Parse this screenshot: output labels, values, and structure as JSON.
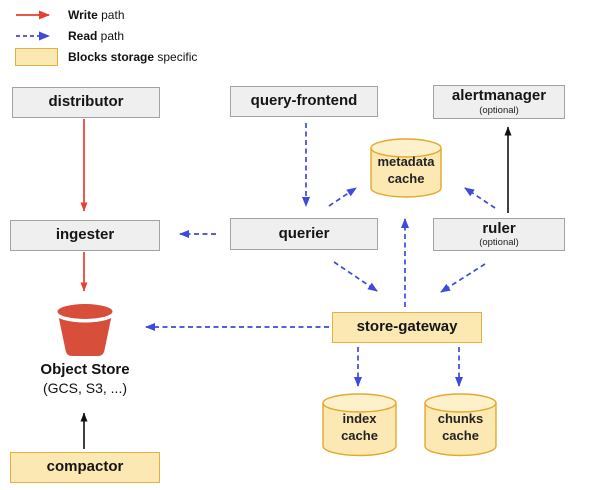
{
  "legend": {
    "write": {
      "bold": "Write",
      "rest": " path"
    },
    "read": {
      "bold": "Read",
      "rest": " path"
    },
    "blocks": {
      "bold": "Blocks storage",
      "rest": " specific"
    }
  },
  "nodes": {
    "distributor": {
      "label": "distributor"
    },
    "query_frontend": {
      "label": "query-frontend"
    },
    "alertmanager": {
      "label": "alertmanager",
      "note": "(optional)"
    },
    "ingester": {
      "label": "ingester"
    },
    "querier": {
      "label": "querier"
    },
    "ruler": {
      "label": "ruler",
      "note": "(optional)"
    },
    "store_gateway": {
      "label": "store-gateway"
    },
    "compactor": {
      "label": "compactor"
    },
    "metadata_cache": {
      "line1": "metadata",
      "line2": "cache"
    },
    "index_cache": {
      "line1": "index",
      "line2": "cache"
    },
    "chunks_cache": {
      "line1": "chunks",
      "line2": "cache"
    },
    "object_store": {
      "label": "Object Store",
      "note": "(GCS, S3, ...)"
    }
  },
  "edges": [
    {
      "from": "distributor",
      "to": "ingester",
      "path": "write"
    },
    {
      "from": "ingester",
      "to": "object_store",
      "path": "write"
    },
    {
      "from": "query_frontend",
      "to": "querier",
      "path": "read"
    },
    {
      "from": "querier",
      "to": "ingester",
      "path": "read"
    },
    {
      "from": "querier",
      "to": "metadata_cache",
      "path": "read"
    },
    {
      "from": "querier",
      "to": "store_gateway",
      "path": "read"
    },
    {
      "from": "ruler",
      "to": "metadata_cache",
      "path": "read"
    },
    {
      "from": "ruler",
      "to": "store_gateway",
      "path": "read"
    },
    {
      "from": "ruler",
      "to": "alertmanager",
      "path": "plain"
    },
    {
      "from": "store_gateway",
      "to": "metadata_cache",
      "path": "read"
    },
    {
      "from": "store_gateway",
      "to": "object_store",
      "path": "read"
    },
    {
      "from": "store_gateway",
      "to": "index_cache",
      "path": "read"
    },
    {
      "from": "store_gateway",
      "to": "chunks_cache",
      "path": "read"
    },
    {
      "from": "compactor",
      "to": "object_store",
      "path": "plain"
    }
  ],
  "colors": {
    "write_path": "#e8402f",
    "read_path": "#3d4add",
    "plain_path": "#111111",
    "component_fill": "#efefef",
    "component_border": "#a2a2a2",
    "storage_fill": "#fce8b2",
    "storage_border": "#e8b13e",
    "bucket_red": "#d74e3b"
  }
}
